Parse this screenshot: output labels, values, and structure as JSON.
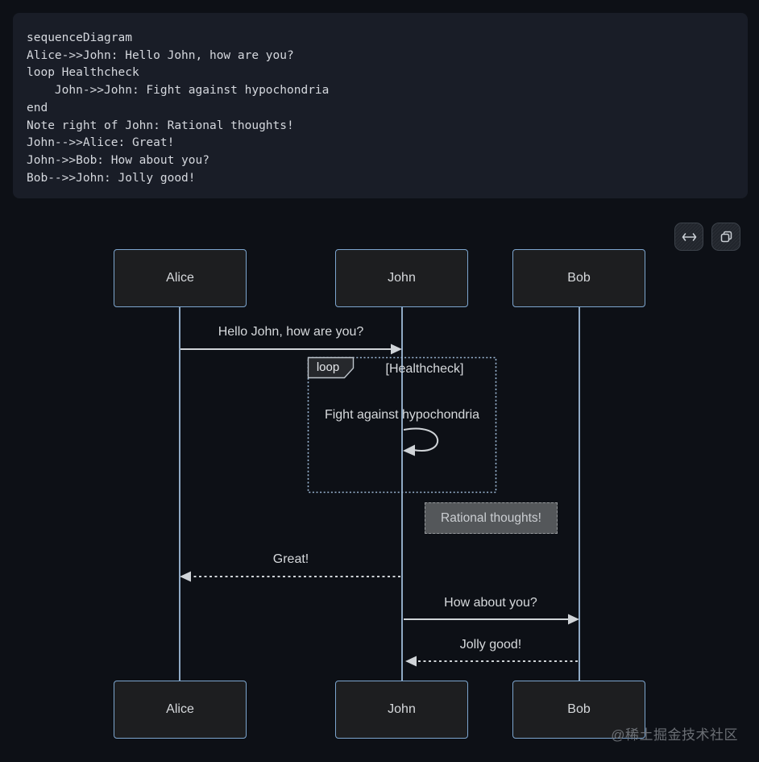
{
  "code_block": {
    "text": "sequenceDiagram\nAlice->>John: Hello John, how are you?\nloop Healthcheck\n    John->>John: Fight against hypochondria\nend\nNote right of John: Rational thoughts!\nJohn-->>Alice: Great!\nJohn->>Bob: How about you?\nBob-->>John: Jolly good!"
  },
  "toolbar": {
    "buttons": [
      {
        "name": "resize-horizontal-icon",
        "glyph": "↔"
      },
      {
        "name": "copy-icon",
        "glyph": "⧉"
      }
    ]
  },
  "diagram": {
    "type": "sequence",
    "actors": [
      {
        "name": "Alice"
      },
      {
        "name": "John"
      },
      {
        "name": "Bob"
      }
    ],
    "messages": [
      {
        "from": "Alice",
        "to": "John",
        "text": "Hello John, how are you?",
        "style": "solid"
      },
      {
        "from": "John",
        "to": "John",
        "text": "Fight against hypochondria",
        "style": "solid-self"
      },
      {
        "from": "John",
        "to": "Alice",
        "text": "Great!",
        "style": "dashed"
      },
      {
        "from": "John",
        "to": "Bob",
        "text": "How about you?",
        "style": "solid"
      },
      {
        "from": "Bob",
        "to": "John",
        "text": "Jolly good!",
        "style": "dashed"
      }
    ],
    "loop": {
      "label": "loop",
      "condition": "[Healthcheck]"
    },
    "note": {
      "text": "Rational thoughts!",
      "position": "right of John"
    },
    "colors": {
      "background": "#0d1016",
      "code_background": "#191d27",
      "actor_border": "#7da6cf",
      "actor_fill": "#1d1e20",
      "lifeline": "#8fa9c4",
      "arrow": "#d0d4d8",
      "loop_border": "#9db9d6",
      "note_fill": "#54575a",
      "text": "#d6d9dc"
    }
  },
  "watermark": {
    "text": "@稀土掘金技术社区"
  }
}
